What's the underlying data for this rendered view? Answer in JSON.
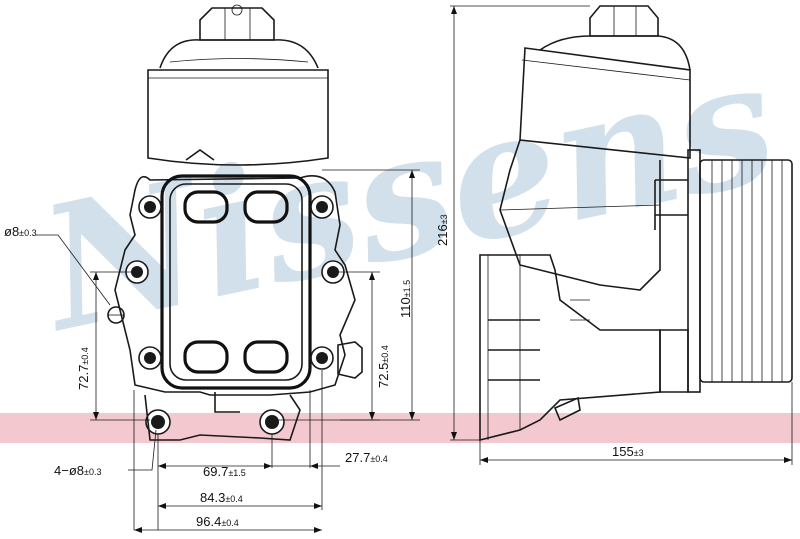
{
  "watermark": {
    "text": "Nissens",
    "color": "#c9dbe8"
  },
  "band_color": "#f3c9cf",
  "dimensions": {
    "d1": {
      "value": "ø8",
      "tol": "±0.3"
    },
    "d2": {
      "value": "4−ø8",
      "tol": "±0.3"
    },
    "d3": {
      "value": "72.7",
      "tol": "±0.4"
    },
    "d4": {
      "value": "72.5",
      "tol": "±0.4"
    },
    "d5": {
      "value": "110",
      "tol": "±1.5"
    },
    "d6": {
      "value": "216",
      "tol": "±3"
    },
    "d7": {
      "value": "69.7",
      "tol": "±1.5"
    },
    "d8": {
      "value": "27.7",
      "tol": "±0.4"
    },
    "d9": {
      "value": "84.3",
      "tol": "±0.4"
    },
    "d10": {
      "value": "96.4",
      "tol": "±0.4"
    },
    "d11": {
      "value": "155",
      "tol": "±3"
    }
  }
}
